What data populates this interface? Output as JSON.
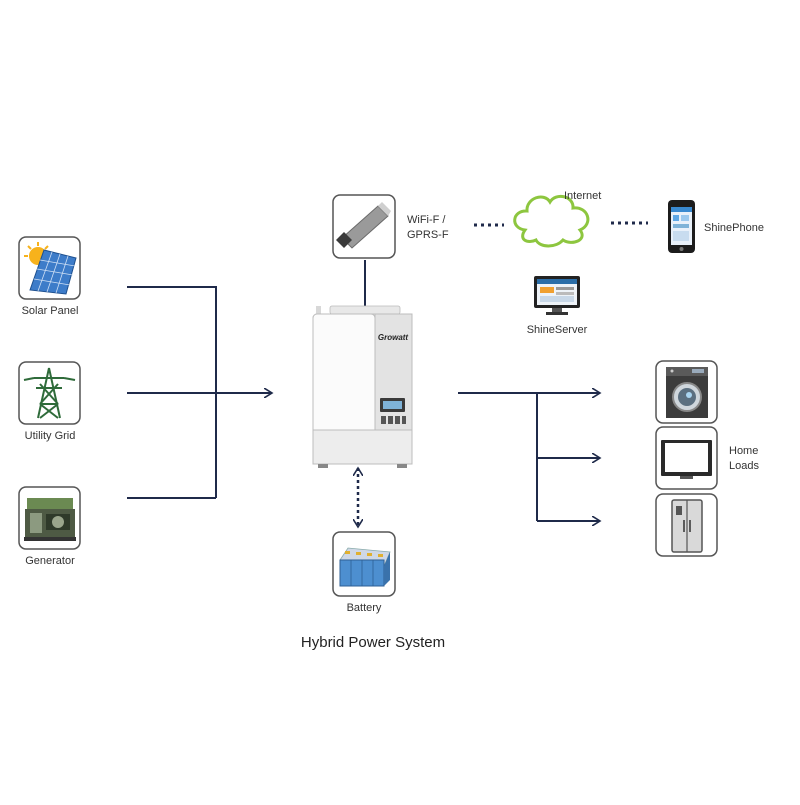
{
  "title": "Hybrid Power System",
  "sources": {
    "solar": "Solar Panel",
    "grid": "Utility Grid",
    "generator": "Generator"
  },
  "comm": {
    "wifi_line1": "WiFi-F /",
    "wifi_line2": "GPRS-F",
    "internet": "Internet",
    "server": "ShineServer",
    "phone": "ShinePhone"
  },
  "inverter": {
    "brand": "Growatt"
  },
  "storage": {
    "battery": "Battery"
  },
  "loads": {
    "line1": "Home",
    "line2": "Loads"
  },
  "colors": {
    "line": "#1f2a4a",
    "frame": "#555555",
    "cloud": "#8dc63f",
    "inverter_body": "#f4f4f4",
    "inverter_panel": "#e3e3e3"
  }
}
